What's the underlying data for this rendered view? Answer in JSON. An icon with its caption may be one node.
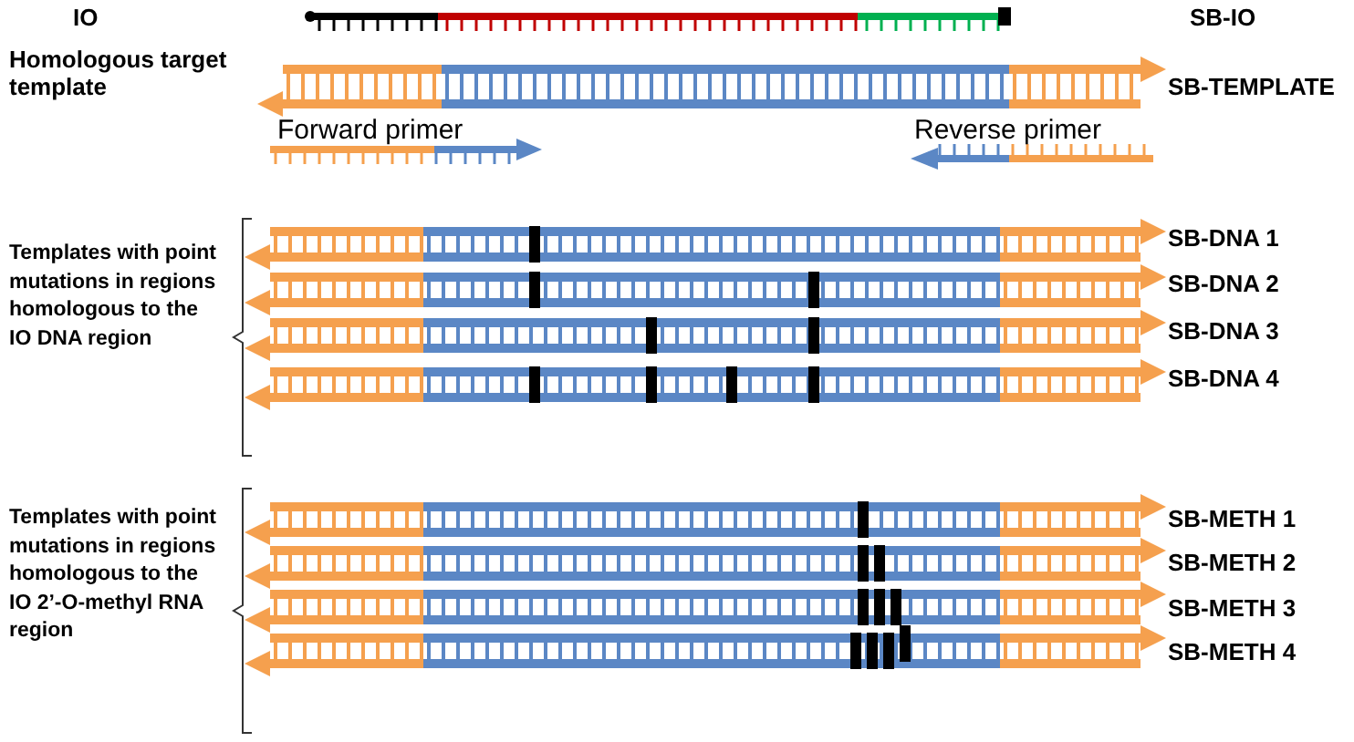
{
  "diagram": {
    "labels": [
      "IO",
      "SB-IO",
      "Homologous target template",
      "SB-TEMPLATE",
      "Forward primer",
      "Reverse primer",
      "Templates with point mutations in regions homologous to the IO DNA region",
      "SB-DNA 1",
      "SB-DNA 2",
      "SB-DNA 3",
      "SB-DNA 4",
      "Templates with point mutations in regions homologous to the IO 2’-O-methyl RNA region",
      "SB-METH 1",
      "SB-METH 2",
      "SB-METH 3",
      "SB-METH 4"
    ]
  }
}
